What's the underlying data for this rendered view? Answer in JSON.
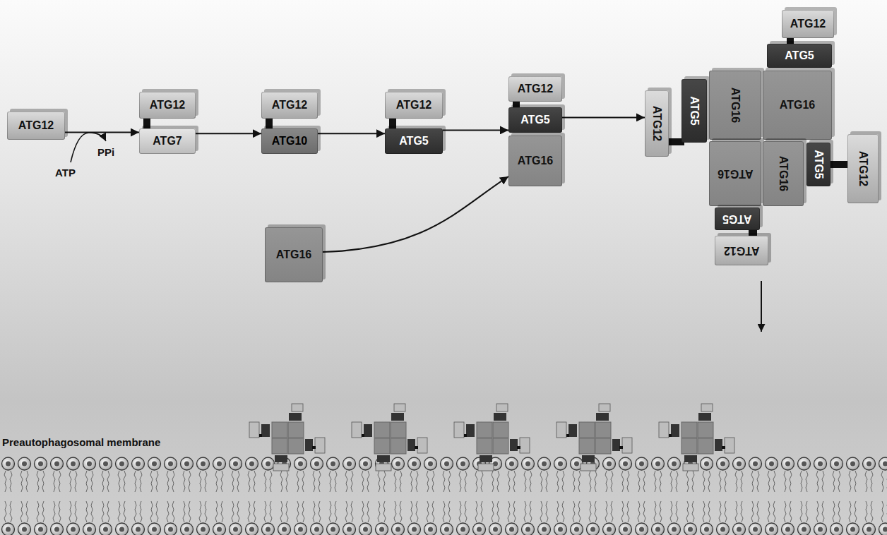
{
  "diagram": {
    "nodes": [
      {
        "text": [
          "ATG12"
        ]
      },
      {
        "text": [
          "ATG12"
        ]
      },
      {
        "text": [
          "ATG7"
        ]
      },
      {
        "text": [
          "ATG12"
        ]
      },
      {
        "text": [
          "ATG10"
        ]
      },
      {
        "text": [
          "ATG12"
        ]
      },
      {
        "text": [
          "ATG5"
        ]
      },
      {
        "text": [
          "ATG12"
        ]
      },
      {
        "text": [
          "ATG5"
        ]
      },
      {
        "text": [
          "ATG16"
        ]
      },
      {
        "text": [
          "ATG16"
        ]
      },
      {
        "text": [
          "ATG12"
        ]
      },
      {
        "text": [
          "ATG5"
        ]
      },
      {
        "text": [
          "ATG12"
        ]
      },
      {
        "text": [
          "ATG5"
        ]
      },
      {
        "text": [
          "ATG16"
        ]
      },
      {
        "text": [
          "ATG16"
        ]
      },
      {
        "text": [
          "ATG16"
        ]
      },
      {
        "text": [
          "ATG16"
        ]
      },
      {
        "text": [
          "ATG5"
        ]
      },
      {
        "text": [
          "ATG12"
        ]
      },
      {
        "text": [
          "ATG5"
        ]
      },
      {
        "text": [
          "ATG12"
        ]
      }
    ],
    "edges": [
      {
        "from": 0,
        "to": 2,
        "arrow": "to"
      },
      {
        "from": 2,
        "to": 4,
        "arrow": "to"
      },
      {
        "from": 4,
        "to": 6,
        "arrow": "to"
      },
      {
        "from": 6,
        "to": 8,
        "arrow": "to"
      },
      {
        "from": 10,
        "to": 9,
        "arrow": "to"
      },
      {
        "from": 8,
        "to": 13,
        "arrow": "to"
      }
    ],
    "labels": [
      "ATP",
      "PPi",
      "Preautophagosomal membrane"
    ]
  }
}
